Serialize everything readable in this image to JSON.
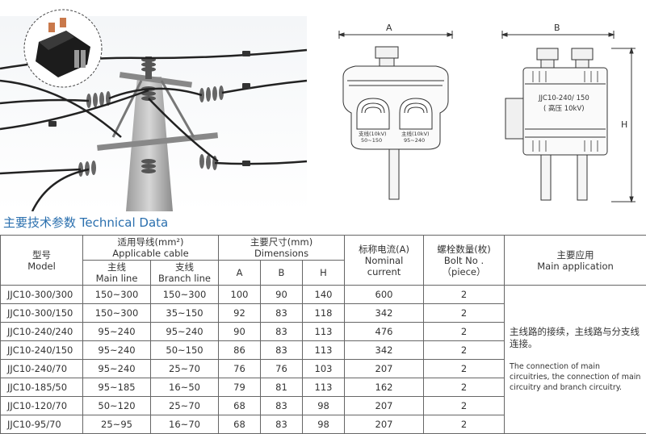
{
  "illustration": {
    "connector_label": "JJC10-240/ 150",
    "connector_label_sub": "( 高压 10kV)",
    "main_line_label": "主线(10kV)",
    "main_line_range": "95~240",
    "branch_line_label": "支线(10kV)",
    "branch_line_range": "50~150",
    "dim_a": "A",
    "dim_b": "B",
    "dim_h": "H"
  },
  "section_title": "主要技术参数 Technical Data",
  "table": {
    "headers": {
      "model_cn": "型号",
      "model_en": "Model",
      "cable_cn": "适用导线(mm²)",
      "cable_en": "Applicable cable",
      "main_cn": "主线",
      "main_en": "Main line",
      "branch_cn": "支线",
      "branch_en": "Branch line",
      "dims_cn": "主要尺寸(mm)",
      "dims_en": "Dimensions",
      "a": "A",
      "b": "B",
      "h": "H",
      "current_cn": "标称电流(A)",
      "current_en1": "Nominal",
      "current_en2": "current",
      "bolt_cn": "螺栓数量(枚)",
      "bolt_en1": "Bolt No .",
      "bolt_en2": "（piece）",
      "app_cn": "主要应用",
      "app_en": "Main application"
    },
    "rows": [
      {
        "model": "JJC10-300/300",
        "main": "150~300",
        "branch": "150~300",
        "a": "100",
        "b": "90",
        "h": "140",
        "current": "600",
        "bolt": "2"
      },
      {
        "model": "JJC10-300/150",
        "main": "150~300",
        "branch": "35~150",
        "a": "92",
        "b": "83",
        "h": "118",
        "current": "342",
        "bolt": "2"
      },
      {
        "model": "JJC10-240/240",
        "main": "95~240",
        "branch": "95~240",
        "a": "90",
        "b": "83",
        "h": "113",
        "current": "476",
        "bolt": "2"
      },
      {
        "model": "JJC10-240/150",
        "main": "95~240",
        "branch": "50~150",
        "a": "86",
        "b": "83",
        "h": "113",
        "current": "342",
        "bolt": "2"
      },
      {
        "model": "JJC10-240/70",
        "main": "95~240",
        "branch": "25~70",
        "a": "76",
        "b": "76",
        "h": "103",
        "current": "207",
        "bolt": "2"
      },
      {
        "model": "JJC10-185/50",
        "main": "95~185",
        "branch": "16~50",
        "a": "79",
        "b": "81",
        "h": "113",
        "current": "162",
        "bolt": "2"
      },
      {
        "model": "JJC10-120/70",
        "main": "50~120",
        "branch": "25~70",
        "a": "68",
        "b": "83",
        "h": "98",
        "current": "207",
        "bolt": "2"
      },
      {
        "model": "JJC10-95/70",
        "main": "25~95",
        "branch": "16~70",
        "a": "68",
        "b": "83",
        "h": "98",
        "current": "207",
        "bolt": "2"
      }
    ],
    "application_cn": "主线路的接续，主线路与分支线连接。",
    "application_en": "The connection of main circuitries, the connection of main circuitry and branch circuitry."
  },
  "colors": {
    "title": "#2a6fae",
    "border": "#666666"
  }
}
